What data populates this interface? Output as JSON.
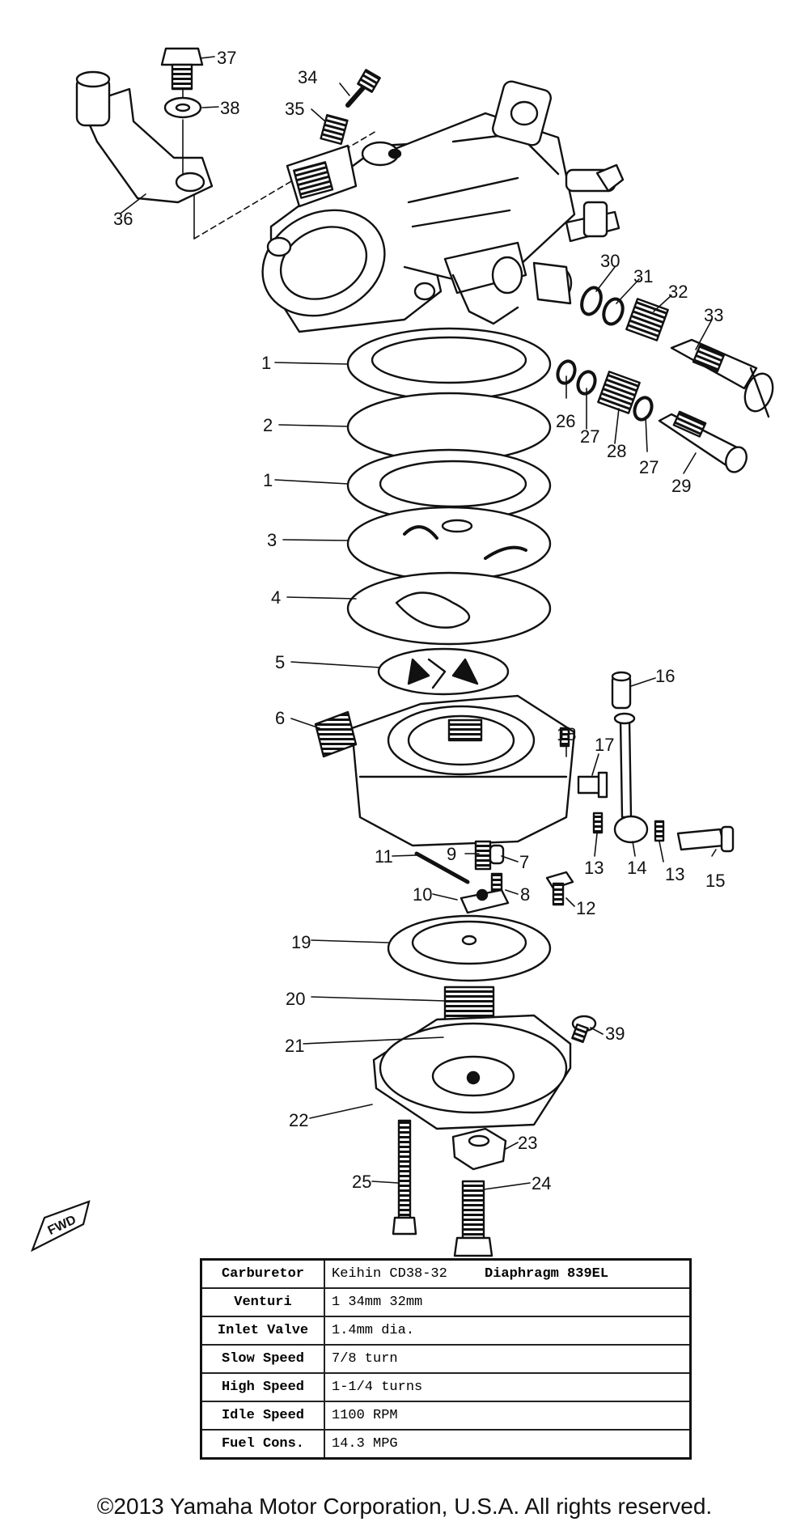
{
  "callouts": [
    "1",
    "2",
    "3",
    "4",
    "5",
    "6",
    "7",
    "8",
    "9",
    "10",
    "11",
    "12",
    "13",
    "14",
    "15",
    "16",
    "17",
    "18",
    "19",
    "20",
    "21",
    "22",
    "23",
    "24",
    "25",
    "26",
    "27",
    "28",
    "29",
    "30",
    "31",
    "32",
    "33",
    "34",
    "35",
    "36",
    "37",
    "38",
    "39"
  ],
  "fwd_label": "FWD",
  "spec": {
    "carburetor_label": "Carburetor",
    "carburetor_model": "Keihin   CD38-32",
    "carburetor_diaphragm": "Diaphragm 839EL",
    "rows": [
      {
        "label": "Venturi",
        "value": "1  34mm 32mm"
      },
      {
        "label": "Inlet Valve",
        "value": "1.4mm  dia."
      },
      {
        "label": "Slow Speed",
        "value": "7/8  turn"
      },
      {
        "label": "High Speed",
        "value": "1-1/4 turns"
      },
      {
        "label": "Idle Speed",
        "value": "1100  RPM"
      },
      {
        "label": "Fuel Cons.",
        "value": "14.3 MPG"
      }
    ]
  },
  "copyright": "©2013 Yamaha Motor Corporation, U.S.A. All rights reserved."
}
